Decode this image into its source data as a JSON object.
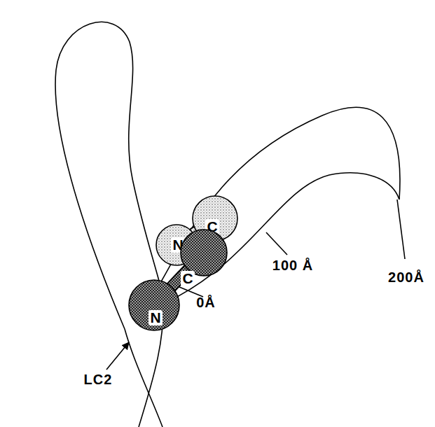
{
  "diagram": {
    "nodes": [
      {
        "text": [
          "C"
        ]
      },
      {
        "text": [
          "N"
        ]
      },
      {
        "text": [
          "C"
        ]
      },
      {
        "text": [
          "N"
        ]
      }
    ],
    "edges": [
      {
        "from": 1,
        "to": 0,
        "arrow": "none"
      },
      {
        "from": 3,
        "to": 2,
        "arrow": "none"
      }
    ],
    "labels": [
      "200Å",
      "100 Å",
      "0Å",
      "LC2"
    ]
  }
}
